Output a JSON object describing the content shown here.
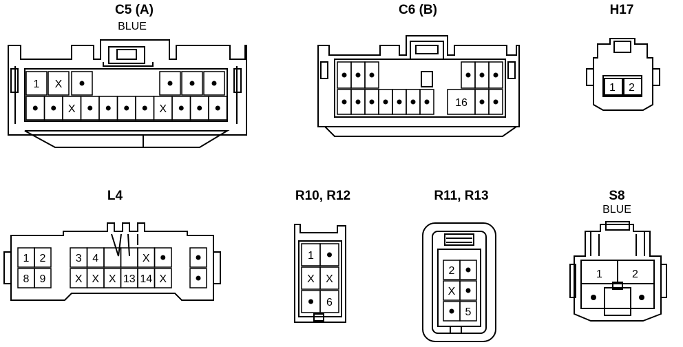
{
  "connectors": {
    "c5": {
      "title": "C5 (A)",
      "subtitle": "BLUE",
      "row1": [
        "1",
        "X",
        "•",
        "",
        "",
        "",
        "",
        "",
        "•",
        "•",
        "•",
        "•"
      ],
      "row2": [
        "•",
        "•",
        "X",
        "•",
        "•",
        "•",
        "•",
        "X",
        "•",
        "•",
        "•"
      ]
    },
    "c6": {
      "title": "C6 (B)",
      "row1": [
        "•",
        "•",
        "•",
        "",
        "",
        "",
        "",
        "•",
        "•",
        "•"
      ],
      "row2": [
        "•",
        "•",
        "•",
        "•",
        "•",
        "•",
        "•",
        "16",
        "•",
        "•"
      ]
    },
    "h17": {
      "title": "H17",
      "pins": [
        "1",
        "2"
      ]
    },
    "l4": {
      "title": "L4",
      "block1": {
        "row1": [
          "1",
          "2"
        ],
        "row2": [
          "8",
          "9"
        ]
      },
      "block2": {
        "row1": [
          "3",
          "4",
          "",
          "",
          "X",
          "•"
        ],
        "row2": [
          "X",
          "X",
          "X",
          "13",
          "14",
          "X"
        ]
      },
      "block3": {
        "row1": [
          "•"
        ],
        "row2": [
          "•"
        ]
      }
    },
    "r10": {
      "title": "R10, R12",
      "rows": [
        [
          "1",
          "•"
        ],
        [
          "X",
          "X"
        ],
        [
          "•",
          "6"
        ]
      ]
    },
    "r11": {
      "title": "R11, R13",
      "rows": [
        [
          "2",
          "•"
        ],
        [
          "X",
          "•"
        ],
        [
          "•",
          "5"
        ]
      ]
    },
    "s8": {
      "title": "S8",
      "subtitle": "BLUE",
      "pins": [
        "1",
        "2"
      ]
    }
  }
}
